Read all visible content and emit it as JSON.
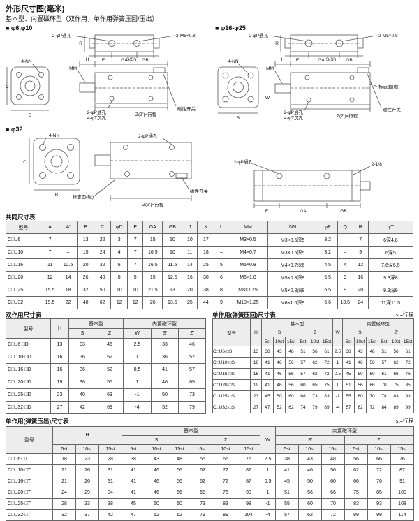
{
  "page": {
    "title": "外形尺寸图(毫米)",
    "subtitle": "基本型、内置磁环型（双作用，单作用弹簧压回/压出）"
  },
  "sections": {
    "d1": "■ φ6,φ10",
    "d2": "■ φ16-φ25",
    "d3": "■ φ32"
  },
  "drawings": {
    "lab": {
      "p_holes": "2-φP通孔",
      "m5": "2-M5×0.8",
      "nn": "4-NN",
      "mm": "MM",
      "switch": "磁性开关",
      "t_cbore": "4-φT沉孔",
      "stroke_z": "Z(Z')=行程",
      "mark_face": "标志面(磁)",
      "port_eighth": "2-1/8",
      "dim_r": "R",
      "dim_e": "E",
      "dim_ga": "GA",
      "dim_gb": "GB",
      "dim_c": "C",
      "dim_b": "B",
      "dim_h": "H",
      "dim_s": "S(S')",
      "dim_w": "W"
    }
  },
  "common": {
    "title": "共同尺寸表",
    "headers": [
      "型号",
      "A",
      "A'",
      "B",
      "C",
      "φD",
      "E",
      "GA",
      "GB",
      "J",
      "K",
      "L",
      "MM",
      "NN",
      "φP",
      "Q",
      "R",
      "φT"
    ],
    "rows": [
      [
        "C□U6",
        "7",
        "–",
        "13",
        "22",
        "3",
        "7",
        "15",
        "10",
        "10",
        "17",
        "–",
        "M3×0.5",
        "M3×0.5深5",
        "3.2",
        "–",
        "7",
        "6深4.8"
      ],
      [
        "C□U10",
        "7",
        "–",
        "15",
        "24",
        "4",
        "7",
        "16.5",
        "10",
        "11",
        "18",
        "–",
        "M4×0.7",
        "M3×0.5深5",
        "3.2",
        "–",
        "9",
        "6深5"
      ],
      [
        "C□U16",
        "11",
        "12.5",
        "20",
        "32",
        "6",
        "7",
        "16.5",
        "11.5",
        "14",
        "25",
        "5",
        "M5×0.8",
        "M4×0.7深6",
        "4.5",
        "4",
        "12",
        "7.6深6.5"
      ],
      [
        "C□U20",
        "12",
        "14",
        "26",
        "40",
        "8",
        "9",
        "19",
        "12.5",
        "16",
        "30",
        "6",
        "M6×1.0",
        "M5×0.8深8",
        "5.5",
        "9",
        "16",
        "9.3深8"
      ],
      [
        "C□U25",
        "15.5",
        "18",
        "32",
        "50",
        "10",
        "10",
        "21.5",
        "13",
        "20",
        "38",
        "8",
        "M8×1.25",
        "M5×0.8深8",
        "5.5",
        "9",
        "20",
        "9.3深9"
      ],
      [
        "C□U32",
        "19.5",
        "22",
        "40",
        "62",
        "12",
        "12",
        "26",
        "13.5",
        "25",
        "44",
        "9",
        "M10×1.25",
        "M6×1.0深9",
        "6.6",
        "13.5",
        "24",
        "11深11.5"
      ]
    ]
  },
  "dbl": {
    "title": "双作用尺寸表",
    "model_h": "型号",
    "h_h": "H",
    "basic_h": "基本型",
    "magnet_h": "内置磁环型",
    "s": "S",
    "z": "Z",
    "w": "W",
    "s2": "S'",
    "z2": "Z'",
    "rows": [
      [
        "C□U6-□D",
        "13",
        "33",
        "46",
        "2.5",
        "33",
        "46"
      ],
      [
        "C□U10-□D",
        "16",
        "36",
        "52",
        "1",
        "36",
        "52"
      ],
      [
        "C□U16-□D",
        "16",
        "36",
        "52",
        "0.5",
        "41",
        "57"
      ],
      [
        "C□U20-□D",
        "19",
        "36",
        "55",
        "1",
        "46",
        "65"
      ],
      [
        "C□U25-□D",
        "23",
        "40",
        "63",
        "-1",
        "50",
        "73"
      ],
      [
        "C□U32-□D",
        "27",
        "42",
        "69",
        "-4",
        "52",
        "79"
      ]
    ]
  },
  "sa_return": {
    "title": "单作用(弹簧压回)尺寸表",
    "note": "st=行程",
    "model_h": "型号",
    "h_h": "H",
    "basic_h": "基本型",
    "magnet_h": "内置磁环型",
    "s": "S",
    "z": "Z",
    "w": "W",
    "s2": "S'",
    "z2": "Z'",
    "st": [
      "5st",
      "10st",
      "15st"
    ],
    "rows": [
      [
        "C□U6-□S",
        "13",
        "38",
        "43",
        "48",
        "51",
        "56",
        "61",
        "2.5",
        "38",
        "43",
        "48",
        "51",
        "56",
        "61"
      ],
      [
        "C□U10-□S",
        "16",
        "41",
        "46",
        "56",
        "57",
        "62",
        "72",
        "1",
        "41",
        "46",
        "56",
        "57",
        "62",
        "72"
      ],
      [
        "C□U16-□S",
        "16",
        "41",
        "46",
        "56",
        "57",
        "62",
        "72",
        "0.5",
        "45",
        "50",
        "60",
        "61",
        "66",
        "76"
      ],
      [
        "C□U20-□S",
        "19",
        "41",
        "46",
        "56",
        "60",
        "65",
        "75",
        "1",
        "51",
        "56",
        "66",
        "70",
        "75",
        "85"
      ],
      [
        "C□U25-□S",
        "23",
        "45",
        "50",
        "60",
        "68",
        "73",
        "83",
        "-1",
        "55",
        "60",
        "70",
        "78",
        "83",
        "93"
      ],
      [
        "C□U32-□S",
        "27",
        "47",
        "52",
        "62",
        "74",
        "79",
        "89",
        "-4",
        "57",
        "62",
        "72",
        "84",
        "89",
        "99"
      ]
    ]
  },
  "sa_extend": {
    "title": "单作用(弹簧压出)尺寸表",
    "note": "st=行程",
    "model_h": "型号",
    "h_h": "H",
    "basic_h": "基本型",
    "magnet_h": "内置磁环型",
    "s": "S",
    "z": "Z",
    "w": "W",
    "s2": "S'",
    "z2": "Z'",
    "st": [
      "5st",
      "10st",
      "15st"
    ],
    "rows": [
      [
        "C□U6-□T",
        "18",
        "23",
        "28",
        "38",
        "43",
        "48",
        "56",
        "66",
        "76",
        "2.5",
        "38",
        "43",
        "48",
        "56",
        "66",
        "76"
      ],
      [
        "C□U10-□T",
        "21",
        "26",
        "31",
        "41",
        "46",
        "56",
        "62",
        "72",
        "87",
        "1",
        "41",
        "46",
        "56",
        "62",
        "72",
        "87"
      ],
      [
        "C□U16-□T",
        "21",
        "26",
        "31",
        "41",
        "46",
        "56",
        "62",
        "72",
        "87",
        "0.5",
        "45",
        "50",
        "60",
        "66",
        "76",
        "91"
      ],
      [
        "C□U20-□T",
        "24",
        "29",
        "34",
        "41",
        "46",
        "56",
        "65",
        "75",
        "90",
        "1",
        "51",
        "56",
        "66",
        "75",
        "85",
        "100"
      ],
      [
        "C□U25-□T",
        "28",
        "33",
        "38",
        "45",
        "50",
        "60",
        "73",
        "83",
        "98",
        "-1",
        "55",
        "60",
        "70",
        "83",
        "93",
        "108"
      ],
      [
        "C□U32-□T",
        "32",
        "37",
        "42",
        "47",
        "52",
        "62",
        "79",
        "89",
        "104",
        "-4",
        "57",
        "62",
        "72",
        "89",
        "99",
        "114"
      ]
    ]
  }
}
